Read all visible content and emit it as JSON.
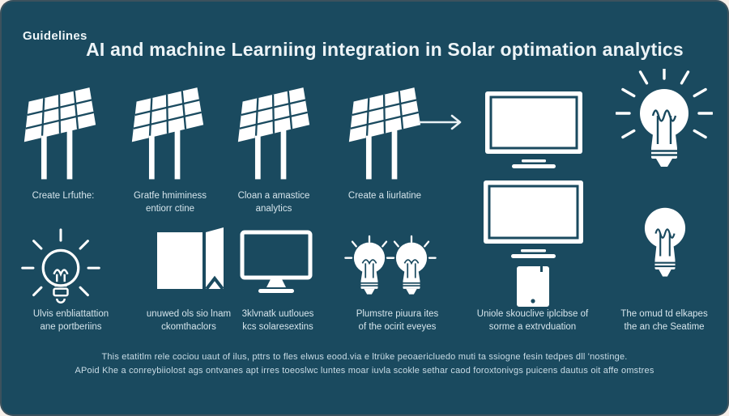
{
  "palette": {
    "bg": "#1a4a5f",
    "ink": "#ffffff",
    "muted_text": "#d6e5ec"
  },
  "header": {
    "guidelines_label": "Guidelines",
    "title": "AI and machine Learniing integration in Solar optimation analytics"
  },
  "row1_captions": [
    "Create Lrfuthe:",
    "Gratfe hmiminess\nentiorr ctine",
    "Cloan a amastice\nanalytics",
    "Create a liurlatine"
  ],
  "row2_captions": [
    "Ulvis enbliattattion\nane portberiins",
    "unuwed ols sio lnam\nckomthaclors",
    "3klvnatk uutloues\nkcs solaresextins",
    "Plumstre piuura ites\nof the ocirit eveyes",
    "Uniole skouclive iplcibse of\nsorme a extrvduation",
    "The omud td elkapes\nthe an che Seatime"
  ],
  "icons": {
    "row1": [
      "solar-panel-icon",
      "solar-panel-icon",
      "solar-panel-icon",
      "solar-panel-icon",
      "arrow-right-icon",
      "monitor-icon",
      "lightbulb-rays-icon"
    ],
    "row2": [
      "lightbulb-outline-icon",
      "book-icon",
      "desktop-monitor-icon",
      "lightbulb-small-icon",
      "lightbulb-small-icon",
      "monitor-icon",
      "tablet-icon",
      "lightbulb-icon"
    ]
  },
  "footer": {
    "line1": "This etatitlm rele cociou uaut of ilus, pttrs to fles elwus eood.via e ltrüke peoaericluedo muti ta ssiogne fesin tedpes dll 'nostinge.",
    "line2": "APoid Khe a conreybiiolost ags ontvanes apt irres toeoslwc luntes moar iuvla scokle sethar caod foroxtonivgs puicens dautus oit affe omstres"
  }
}
